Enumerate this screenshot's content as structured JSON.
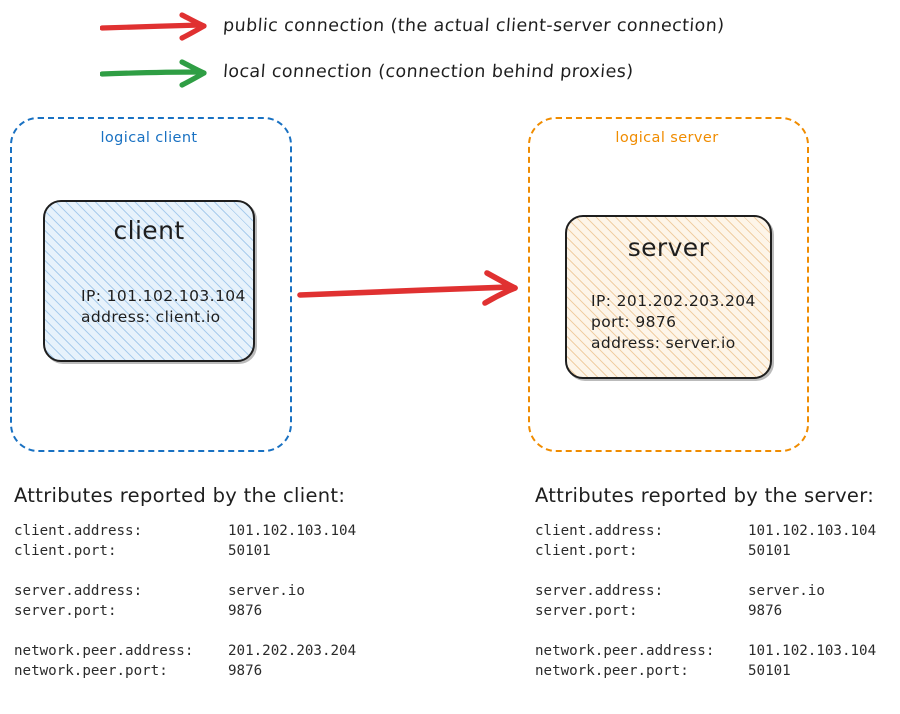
{
  "legend": {
    "items": [
      {
        "id": "public",
        "color": "#e03131",
        "icon": "arrow-right-icon",
        "label": "public connection (the actual client-server connection)"
      },
      {
        "id": "local",
        "color": "#2f9e44",
        "icon": "arrow-right-icon",
        "label": "local connection (connection behind proxies)"
      }
    ]
  },
  "diagram": {
    "client_container": {
      "label": "logical client",
      "color": "#1971c2"
    },
    "server_container": {
      "label": "logical server",
      "color": "#f08c00"
    },
    "client_node": {
      "title": "client",
      "lines": [
        "IP: 101.102.103.104",
        "address: client.io"
      ],
      "fill": "#e7f2fb",
      "stroke": "#1e1e1e"
    },
    "server_node": {
      "title": "server",
      "lines": [
        "IP: 201.202.203.204",
        "port: 9876",
        "address: server.io"
      ],
      "fill": "#fdf5e9",
      "stroke": "#1e1e1e"
    },
    "main_arrow": {
      "name": "public-connection-arrow",
      "color": "#e03131",
      "from": "client",
      "to": "server"
    }
  },
  "attributes": {
    "client_block": {
      "heading": "Attributes reported by the client:",
      "groups": [
        [
          {
            "key": "client.address:",
            "value": "101.102.103.104"
          },
          {
            "key": "client.port:",
            "value": "50101"
          }
        ],
        [
          {
            "key": "server.address:",
            "value": "server.io"
          },
          {
            "key": "server.port:",
            "value": "9876"
          }
        ],
        [
          {
            "key": "network.peer.address:",
            "value": "201.202.203.204"
          },
          {
            "key": "network.peer.port:",
            "value": "9876"
          }
        ]
      ]
    },
    "server_block": {
      "heading": "Attributes reported by the server:",
      "groups": [
        [
          {
            "key": "client.address:",
            "value": "101.102.103.104"
          },
          {
            "key": "client.port:",
            "value": "50101"
          }
        ],
        [
          {
            "key": "server.address:",
            "value": "server.io"
          },
          {
            "key": "server.port:",
            "value": "9876"
          }
        ],
        [
          {
            "key": "network.peer.address:",
            "value": "101.102.103.104"
          },
          {
            "key": "network.peer.port:",
            "value": "50101"
          }
        ]
      ]
    }
  }
}
